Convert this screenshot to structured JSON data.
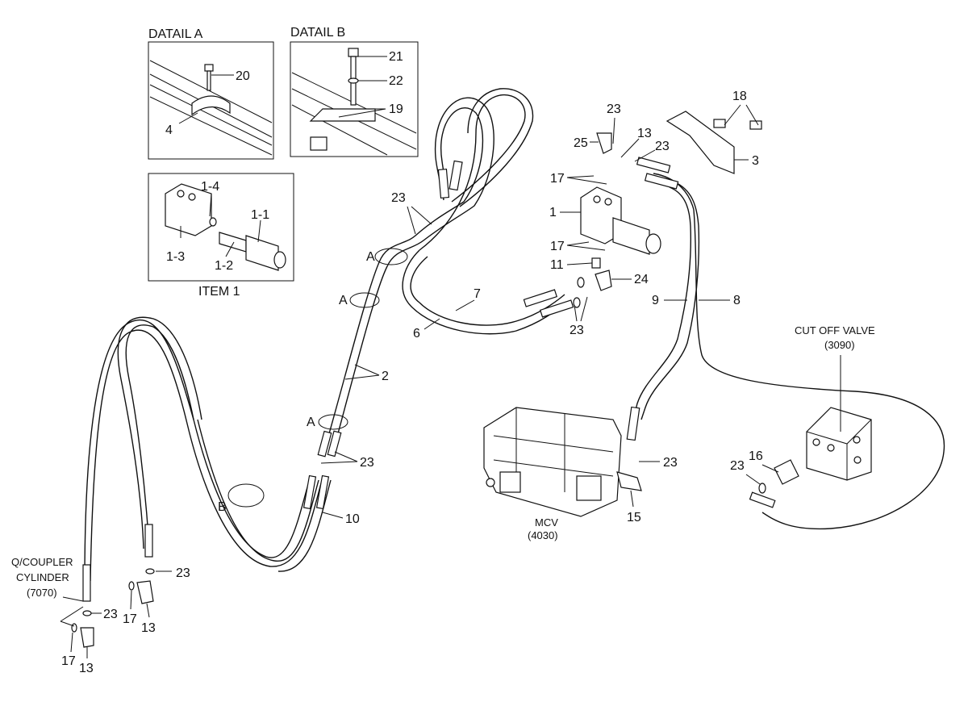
{
  "details": {
    "detail_a": {
      "title": "DATAIL A",
      "callouts": [
        "20",
        "4"
      ]
    },
    "detail_b": {
      "title": "DATAIL B",
      "callouts": [
        "21",
        "22",
        "19"
      ]
    },
    "item1": {
      "title": "ITEM 1",
      "callouts": [
        "1-4",
        "1-1",
        "1-3",
        "1-2"
      ]
    }
  },
  "components": {
    "cut_off_valve": {
      "name": "CUT OFF VALVE",
      "code": "(3090)"
    },
    "mcv": {
      "name": "MCV",
      "code": "(4030)"
    },
    "qcoupler": {
      "line1": "Q/COUPLER",
      "line2": "CYLINDER",
      "code": "(7070)"
    }
  },
  "section_marks": {
    "a": "A",
    "b": "B"
  },
  "callouts": {
    "c23_top": "23",
    "c13_top": "13",
    "c25": "25",
    "c23_top2": "23",
    "c18": "18",
    "c3": "3",
    "c17_top": "17",
    "c1": "1",
    "c17_mid": "17",
    "c11": "11",
    "c24": "24",
    "c7": "7",
    "c6": "6",
    "c23_mid": "23",
    "c9": "9",
    "c8": "8",
    "c23_left": "23",
    "c2": "2",
    "c23_center": "23",
    "c10": "10",
    "c23_mcv": "23",
    "c15": "15",
    "c23_cut": "23",
    "c16": "16",
    "c23_q1": "23",
    "c23_q2": "23",
    "c17_q1": "17",
    "c13_q1": "13",
    "c17_q2": "17",
    "c13_q2": "13"
  }
}
